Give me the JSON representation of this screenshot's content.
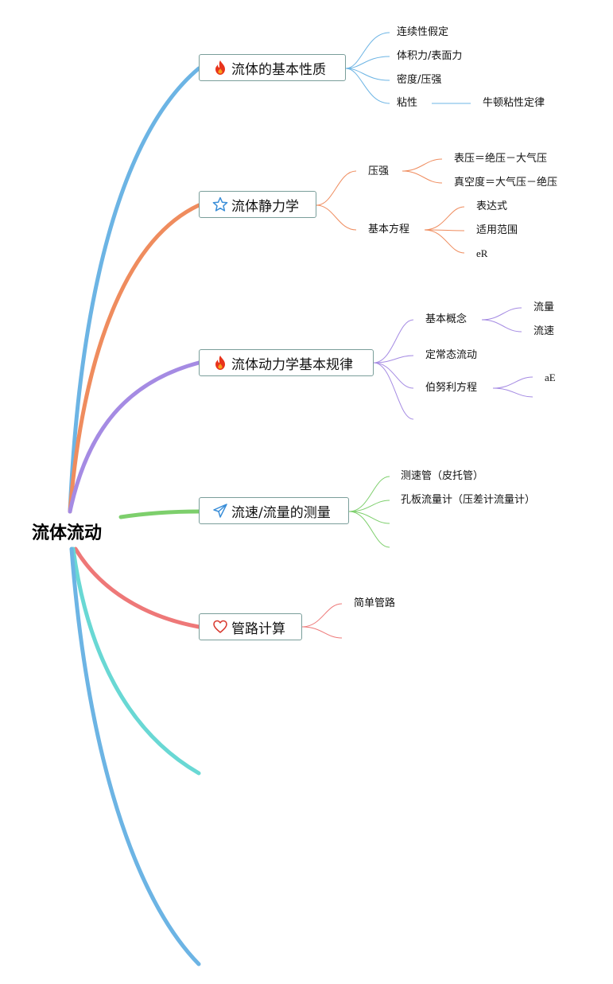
{
  "root": {
    "label": "流体流动"
  },
  "colors": {
    "blue": "#6cb4e4",
    "orange": "#ef8c5e",
    "purple": "#a58be3",
    "green": "#7dcf6c",
    "red": "#ee7878",
    "teal": "#69d8d4",
    "topic_border": "#7a9e9a"
  },
  "topics": [
    {
      "label": "流体的基本性质",
      "icon": "fire-icon"
    },
    {
      "label": "流体静力学",
      "icon": "star-icon"
    },
    {
      "label": "流体动力学基本规律",
      "icon": "fire-icon"
    },
    {
      "label": "流速/流量的测量",
      "icon": "paper-plane-icon"
    },
    {
      "label": "管路计算",
      "icon": "heart-icon"
    }
  ],
  "leaves": {
    "t1": [
      "连续性假定",
      "体积力/表面力",
      "密度/压强",
      "粘性",
      "牛顿粘性定律"
    ],
    "t2": [
      "压强",
      "表压＝绝压－大气压",
      "真空度＝大气压－绝压",
      "基本方程",
      "表达式",
      "适用范围",
      "eR"
    ],
    "t3": [
      "基本概念",
      "流量",
      "流速",
      "定常态流动",
      "伯努利方程",
      "aE"
    ],
    "t4": [
      "测速管（皮托管）",
      "孔板流量计（压差计流量计）"
    ],
    "t5": [
      "简单管路"
    ]
  }
}
